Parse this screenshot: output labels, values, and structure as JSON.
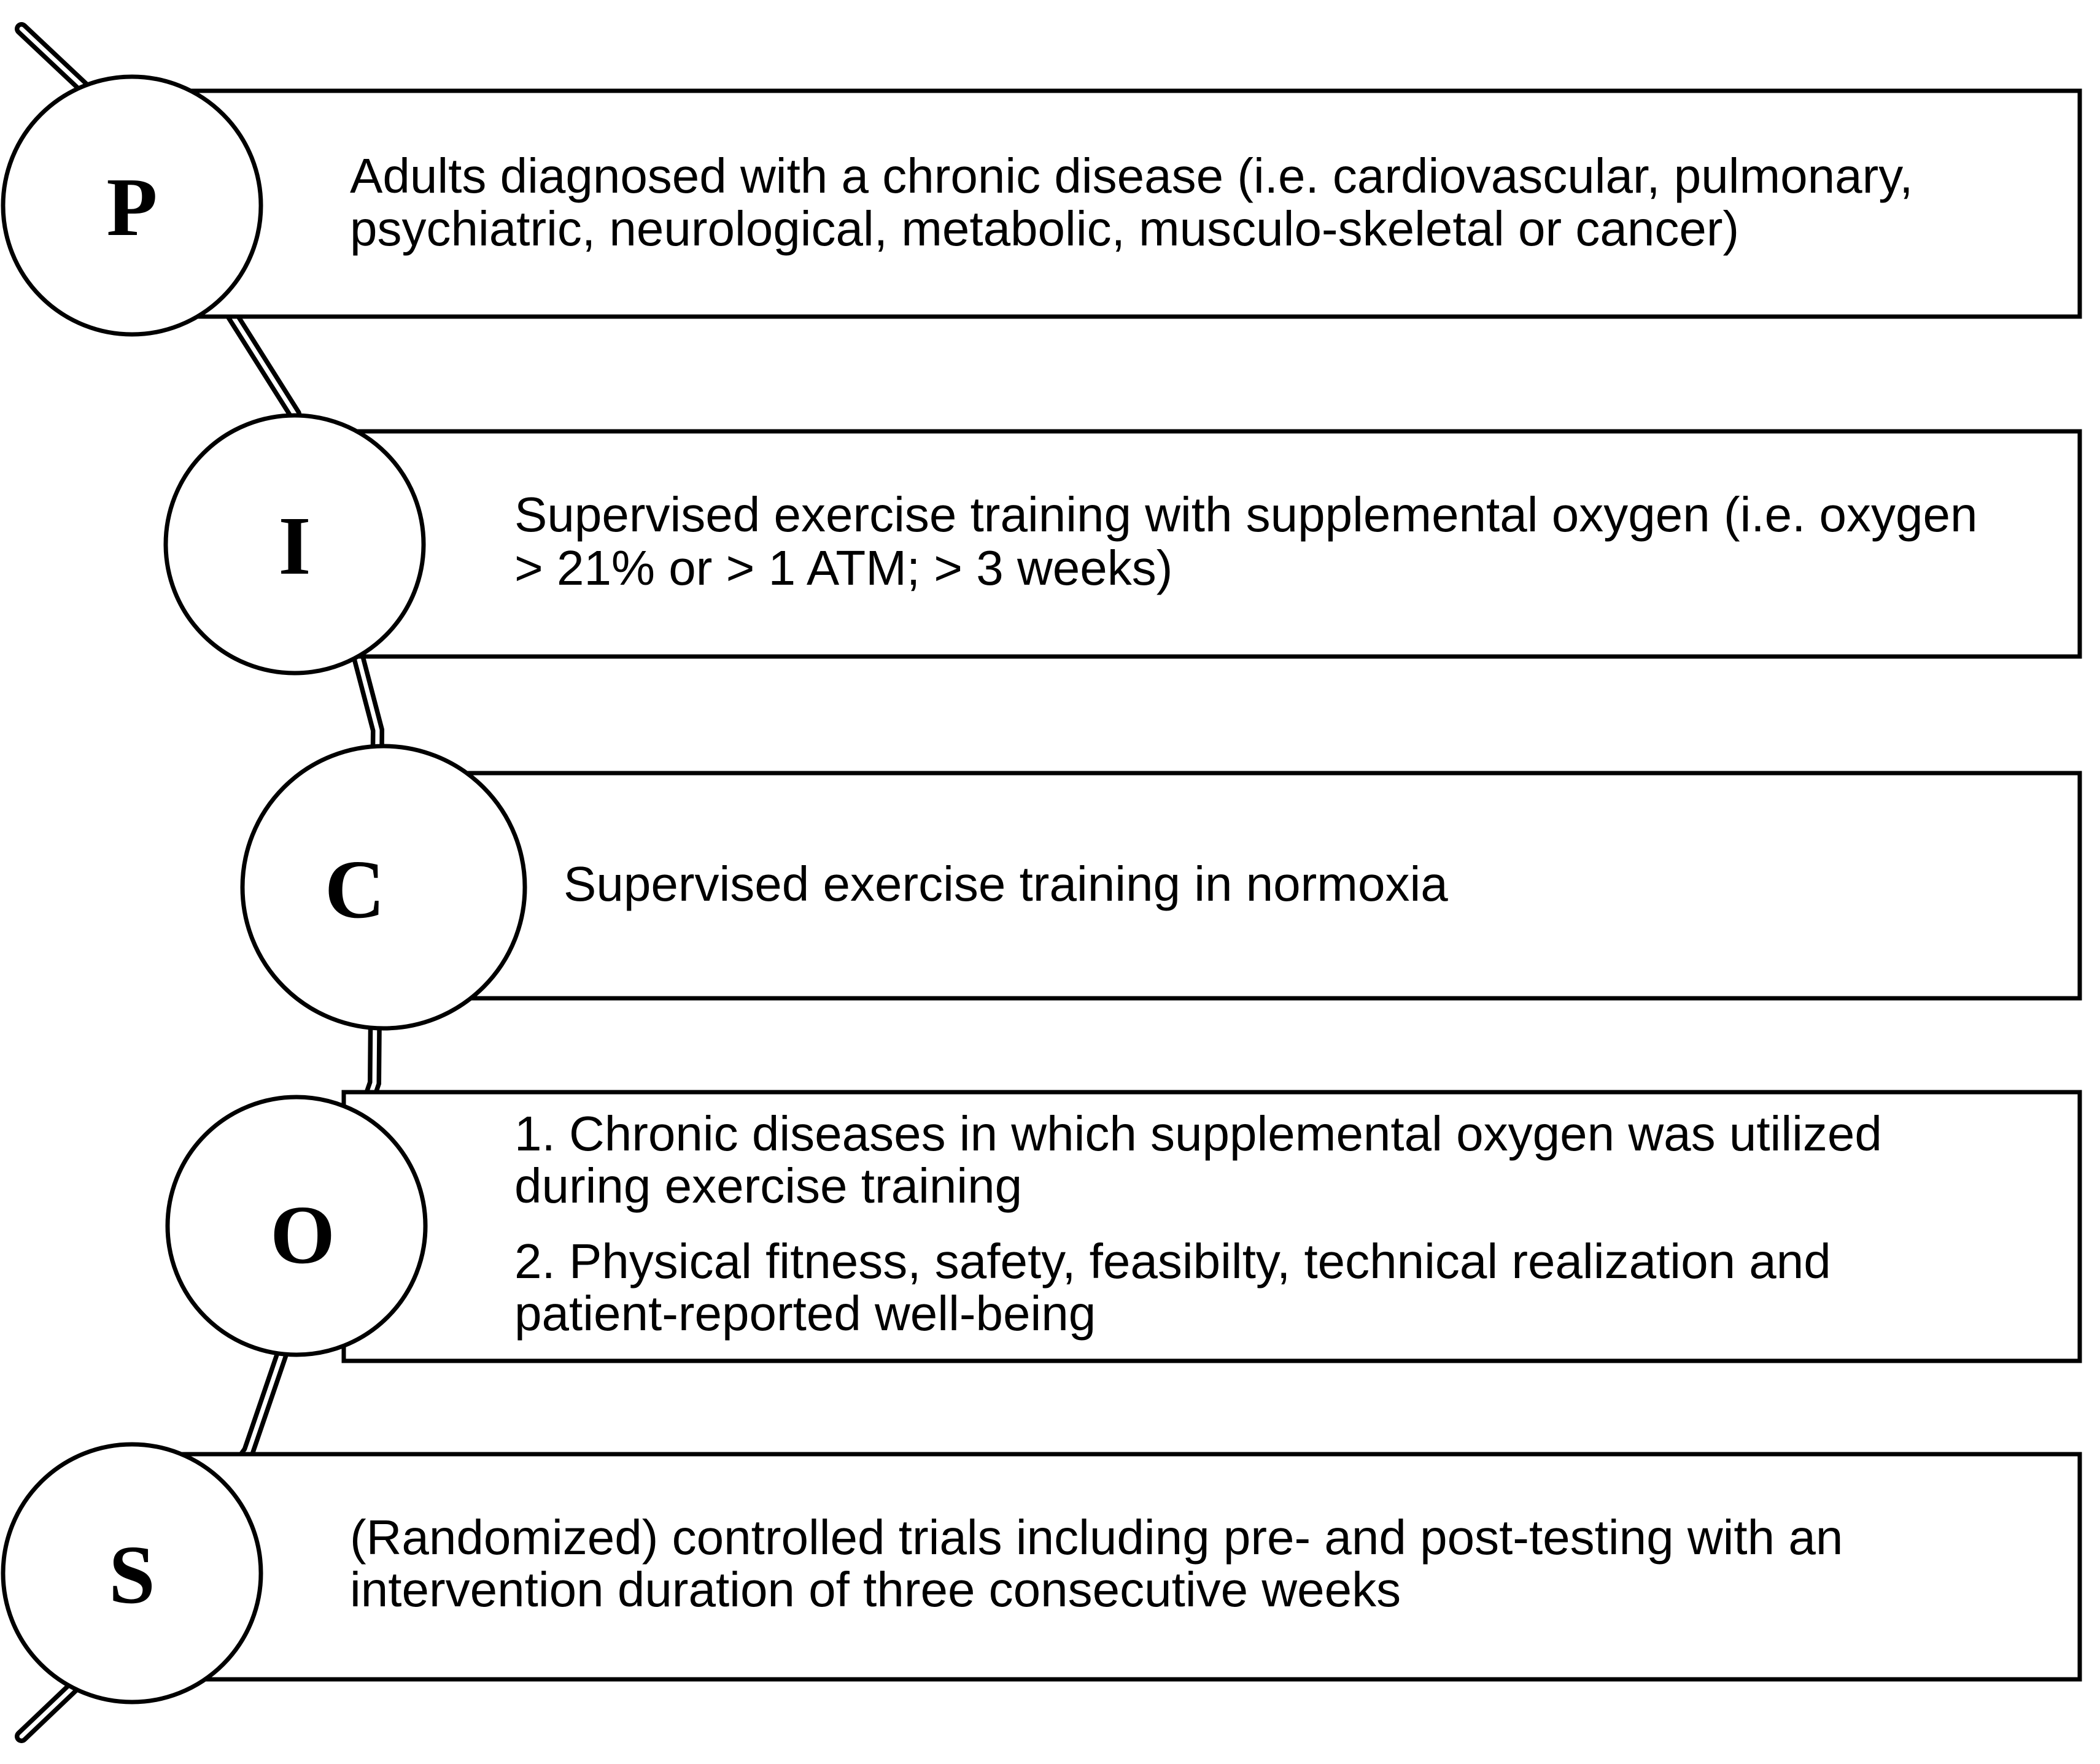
{
  "picos": [
    {
      "letter": "P",
      "lines": [
        "Adults diagnosed with a chronic disease (i.e. cardiovascular, pulmonary,",
        "psychiatric, neurological, metabolic, musculo-skeletal or cancer)"
      ]
    },
    {
      "letter": "I",
      "lines": [
        "Supervised exercise training with supplemental oxygen (i.e. oxygen",
        "> 21% or > 1 ATM; > 3 weeks)"
      ]
    },
    {
      "letter": "C",
      "lines": [
        "Supervised exercise training in normoxia"
      ]
    },
    {
      "letter": "O",
      "lines": [
        "1. Chronic diseases in which supplemental oxygen was utilized",
        "during exercise training",
        "2. Physical fitness, safety, feasibilty, technical realization and",
        "patient-reported well-being"
      ]
    },
    {
      "letter": "S",
      "lines": [
        "(Randomized) controlled trials including pre- and post-testing with an",
        "intervention duration of three consecutive weeks"
      ]
    }
  ],
  "colors": {
    "stroke": "#000000",
    "fill": "#ffffff"
  }
}
